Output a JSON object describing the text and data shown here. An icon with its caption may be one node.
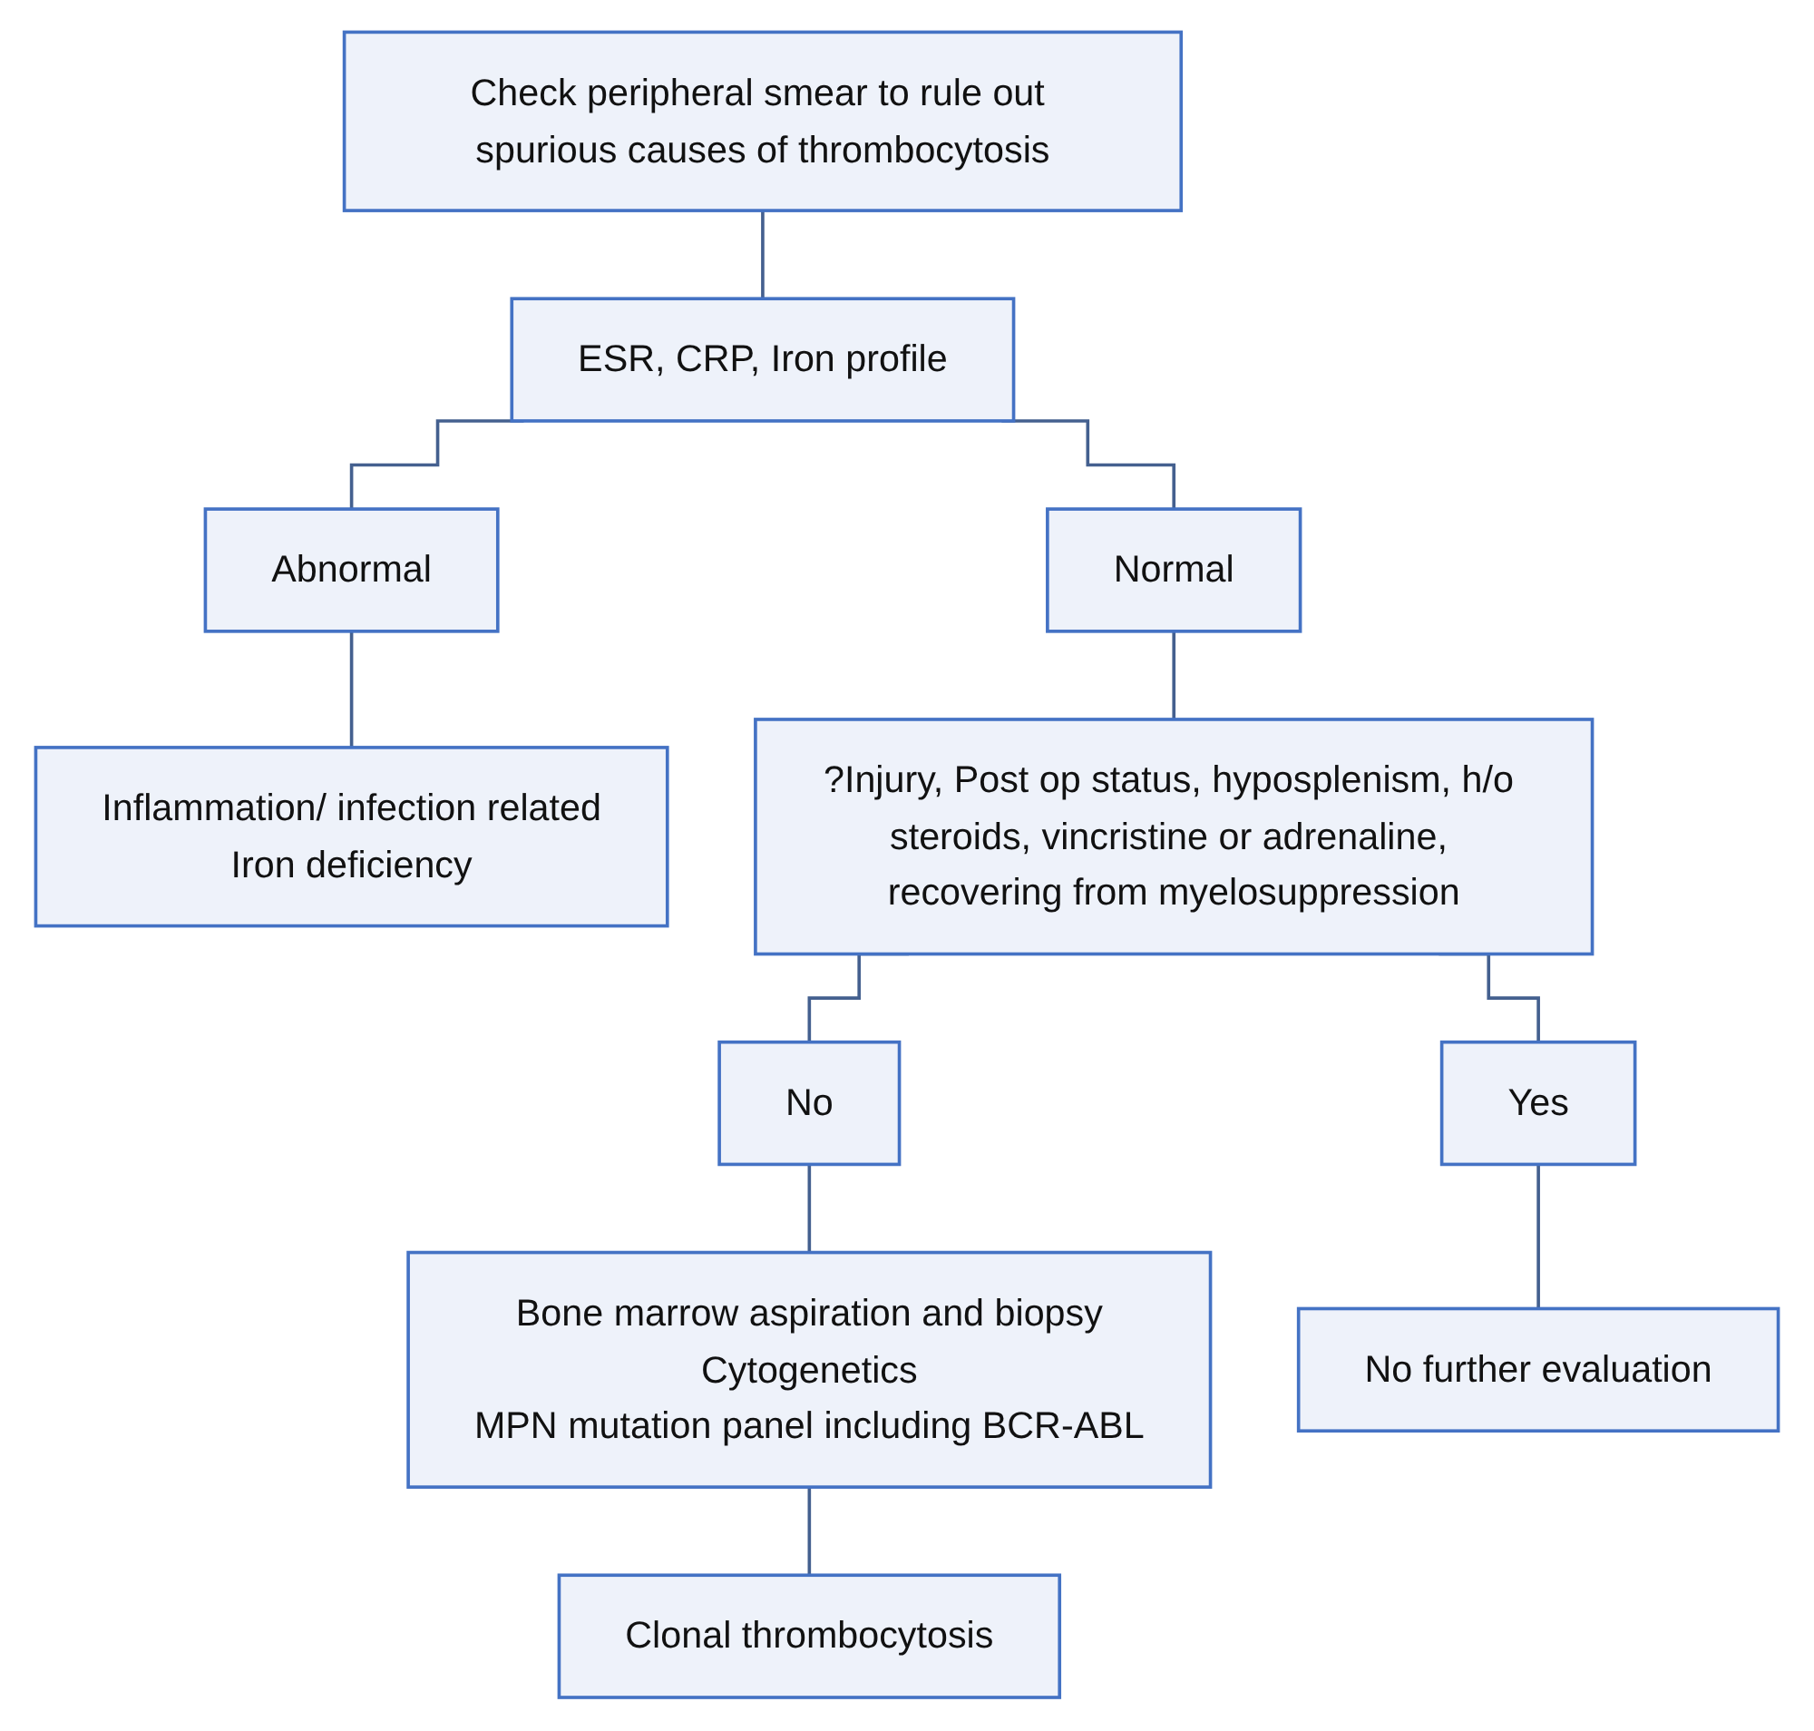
{
  "diagram": {
    "nodes": [
      {
        "text": [
          "Check peripheral smear to rule out spurious causes of thrombocytosis"
        ]
      },
      {
        "text": [
          "ESR, CRP, Iron profile"
        ]
      },
      {
        "text": [
          "Abnormal"
        ]
      },
      {
        "text": [
          "Normal"
        ]
      },
      {
        "text": [
          "Inflammation/ infection related",
          "Iron deficiency"
        ]
      },
      {
        "text": [
          "?Injury, Post op status, hyposplenism, h/o steroids, vincristine or adrenaline, recovering from myelosuppression"
        ]
      },
      {
        "text": [
          "No"
        ]
      },
      {
        "text": [
          "Yes"
        ]
      },
      {
        "text": [
          "Bone marrow aspiration and biopsy",
          "Cytogenetics",
          "MPN mutation panel including BCR-ABL"
        ]
      },
      {
        "text": [
          "No further evaluation"
        ]
      },
      {
        "text": [
          "Clonal thrombocytosis"
        ]
      }
    ],
    "edges": [
      {
        "from": 0,
        "to": 1,
        "arrow": "none"
      },
      {
        "from": 1,
        "to": 2,
        "arrow": "none"
      },
      {
        "from": 1,
        "to": 3,
        "arrow": "none"
      },
      {
        "from": 2,
        "to": 4,
        "arrow": "none"
      },
      {
        "from": 3,
        "to": 5,
        "arrow": "none"
      },
      {
        "from": 5,
        "to": 6,
        "arrow": "none"
      },
      {
        "from": 5,
        "to": 7,
        "arrow": "none"
      },
      {
        "from": 6,
        "to": 8,
        "arrow": "none"
      },
      {
        "from": 7,
        "to": 9,
        "arrow": "none"
      },
      {
        "from": 8,
        "to": 10,
        "arrow": "none"
      }
    ]
  }
}
